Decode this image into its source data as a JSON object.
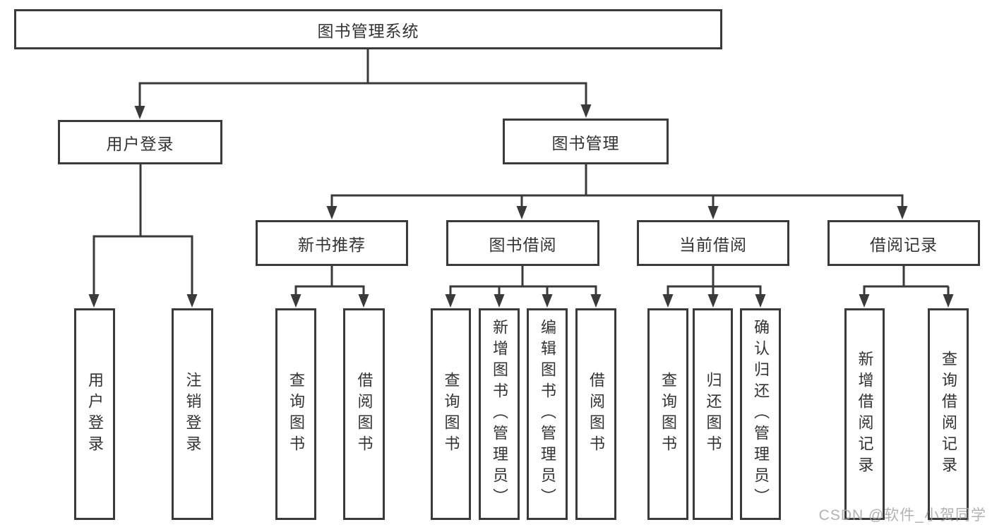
{
  "diagram": {
    "type": "hierarchy-tree",
    "root": {
      "label": "图书管理系统"
    },
    "user_login": {
      "label": "用户登录",
      "children": [
        {
          "label": "用户登录"
        },
        {
          "label": "注销登录"
        }
      ]
    },
    "book_mgmt": {
      "label": "图书管理",
      "children": [
        {
          "label": "新书推荐",
          "children": [
            {
              "label": "查询图书"
            },
            {
              "label": "借阅图书"
            }
          ]
        },
        {
          "label": "图书借阅",
          "children": [
            {
              "label": "查询图书"
            },
            {
              "label": "新增图书（管理员）"
            },
            {
              "label": "编辑图书（管理员）"
            },
            {
              "label": "借阅图书"
            }
          ]
        },
        {
          "label": "当前借阅",
          "children": [
            {
              "label": "查询图书"
            },
            {
              "label": "归还图书"
            },
            {
              "label": "确认归还（管理员）"
            }
          ]
        },
        {
          "label": "借阅记录",
          "children": [
            {
              "label": "新增借阅记录"
            },
            {
              "label": "查询借阅记录"
            }
          ]
        }
      ]
    }
  },
  "watermark": {
    "text": "CSDN @软件_小贺同学"
  },
  "colors": {
    "line": "#3a3a3a",
    "box_border": "#3a3a3a",
    "box_fill": "#ffffff",
    "text": "#333333",
    "watermark": "#a5a5a5"
  }
}
